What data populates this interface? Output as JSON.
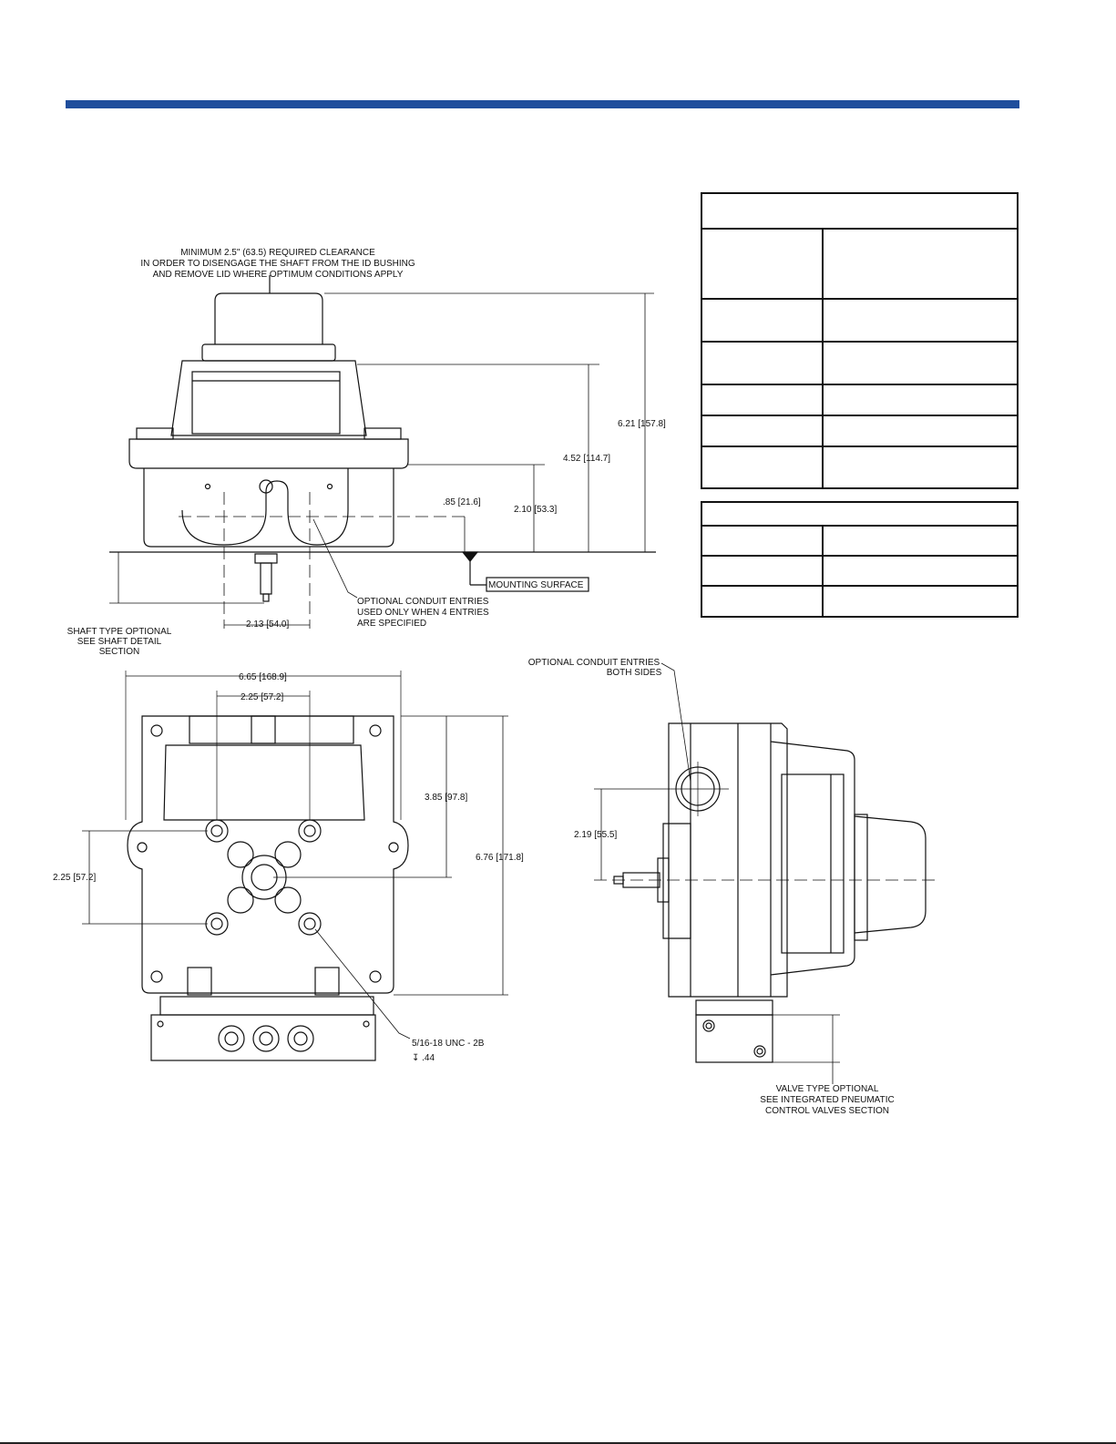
{
  "colors": {
    "top_bar": "#1f4e9c",
    "line": "#111111"
  },
  "front_view": {
    "clearance_note": [
      "MINIMUM 2.5\" (63.5) REQUIRED CLEARANCE",
      "IN ORDER TO DISENGAGE THE SHAFT FROM THE ID BUSHING",
      "AND REMOVE LID WHERE OPTIMUM CONDITIONS APPLY"
    ],
    "dim_overall_height": "6.21 [157.8]",
    "dim_body_height": "4.52 [114.7]",
    "dim_base_height": "2.10 [53.3]",
    "dim_shaft_offset": ".85 [21.6]",
    "dim_conduit_spacing": "2.13 [54.0]",
    "mounting_surface": "MOUNTING SURFACE",
    "conduit_note": [
      "OPTIONAL CONDUIT ENTRIES",
      "USED ONLY WHEN 4 ENTRIES",
      "ARE SPECIFIED"
    ],
    "shaft_note": [
      "SHAFT TYPE OPTIONAL",
      "SEE SHAFT DETAIL",
      "SECTION"
    ]
  },
  "bottom_view": {
    "dim_width": "6.65 [168.9]",
    "dim_hole_spacing_x": "2.25 [57.2]",
    "dim_hole_spacing_y": "2.25 [57.2]",
    "dim_center_depth": "3.85 [97.8]",
    "dim_total_depth": "6.76 [171.8]",
    "thread_callout": "5/16-18 UNC - 2B",
    "thread_depth": "↧ .44"
  },
  "side_view": {
    "conduit_note": [
      "OPTIONAL CONDUIT ENTRIES",
      "BOTH SIDES"
    ],
    "dim_conduit_height": "2.19 [55.5]",
    "valve_note": [
      "VALVE TYPE OPTIONAL",
      "SEE INTEGRATED PNEUMATIC",
      "CONTROL VALVES SECTION"
    ]
  }
}
